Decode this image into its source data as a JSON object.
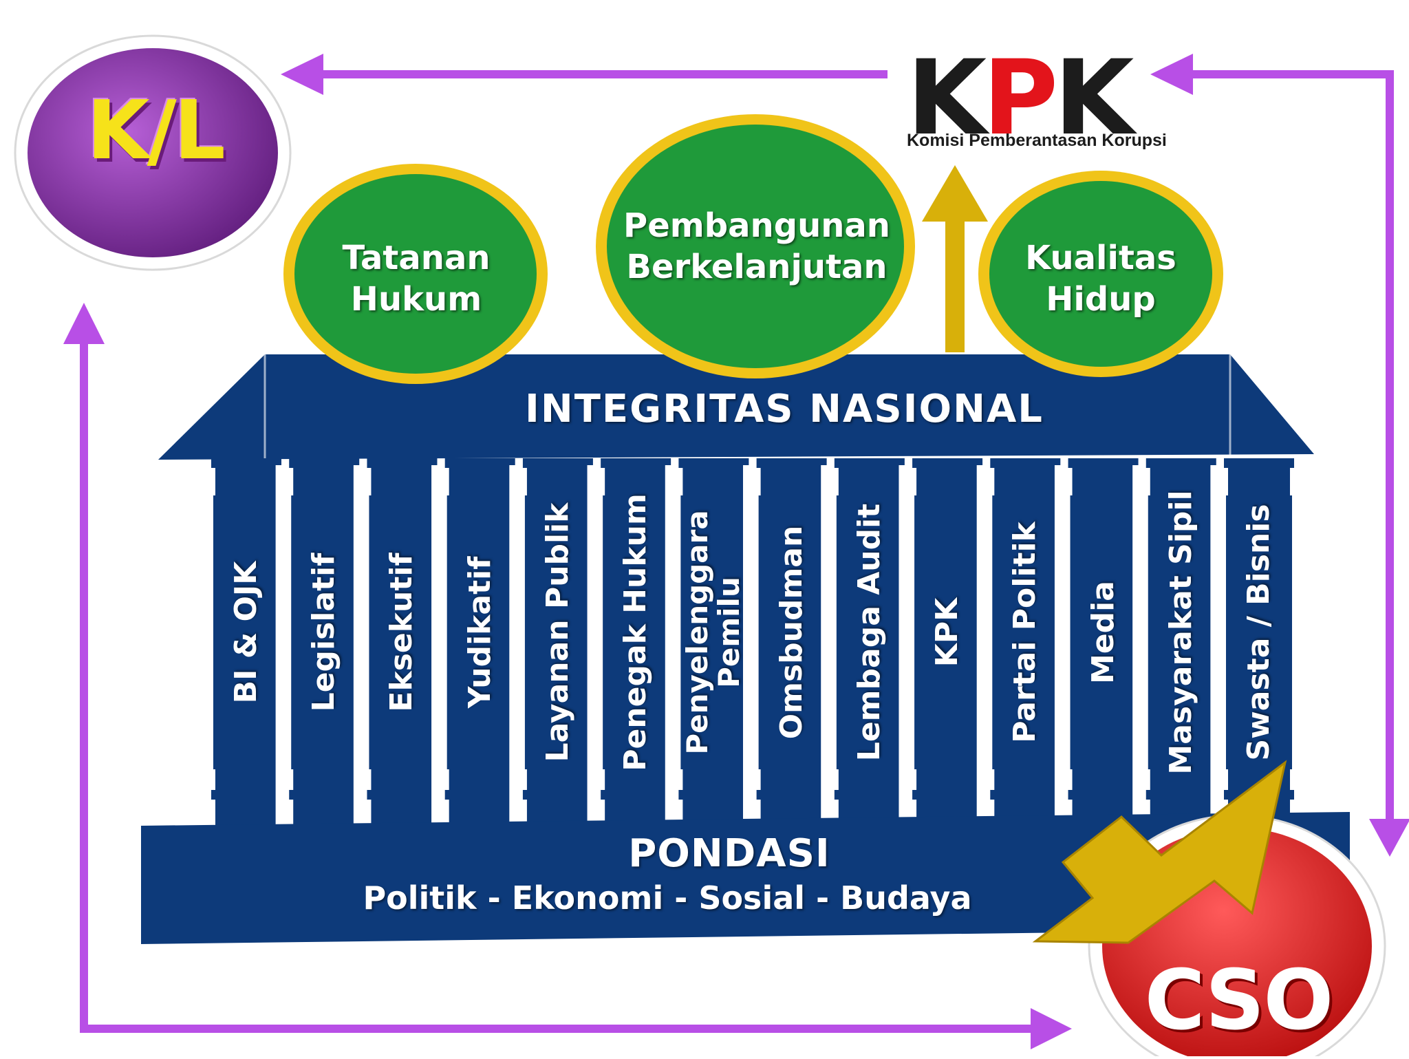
{
  "actors": {
    "kl": "K/L",
    "kpk": {
      "logo_k1": "K",
      "logo_p": "P",
      "logo_k2": "K",
      "subtitle": "Komisi Pemberantasan Korupsi"
    },
    "cso": "CSO"
  },
  "goals": [
    {
      "line1": "Tatanan",
      "line2": "Hukum"
    },
    {
      "line1": "Pembangunan",
      "line2": "Berkelanjutan"
    },
    {
      "line1": "Kualitas",
      "line2": "Hidup"
    }
  ],
  "roof": "INTEGRITAS NASIONAL",
  "pillars": [
    {
      "label": "BI & OJK"
    },
    {
      "label": "Legislatif"
    },
    {
      "label": "Eksekutif"
    },
    {
      "label": "Yudikatif"
    },
    {
      "label": "Layanan Publik"
    },
    {
      "label": "Penegak Hukum"
    },
    {
      "label": "Penyelenggara",
      "label2": "Pemilu"
    },
    {
      "label": "Omsbudman"
    },
    {
      "label": "Lembaga Audit"
    },
    {
      "label": "KPK"
    },
    {
      "label": "Partai Politik"
    },
    {
      "label": "Media"
    },
    {
      "label": "Masyarakat Sipil"
    },
    {
      "label": "Swasta / Bisnis"
    }
  ],
  "foundation": {
    "title": "PONDASI",
    "subtitle": "Politik - Ekonomi - Sosial - Budaya"
  },
  "colors": {
    "navy": "#0d3a7a",
    "purple": "#b84fe6",
    "goal_green": "#1f9a3a",
    "goal_ring": "#f0c419",
    "gold_arrow": "#d8b00a",
    "cso_red": "#e02020",
    "kl_purple": "#7a2a95"
  }
}
